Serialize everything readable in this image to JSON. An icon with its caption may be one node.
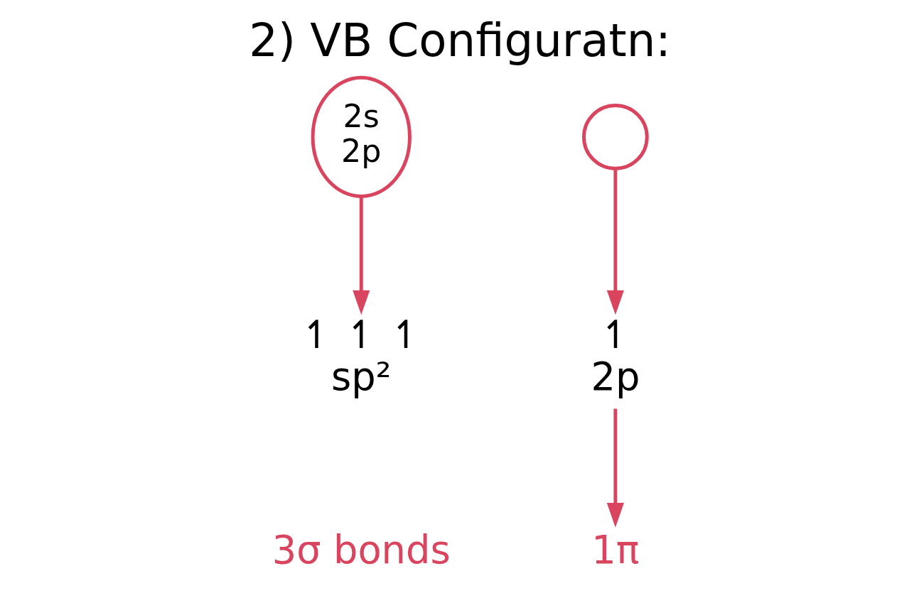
{
  "diagram": {
    "title": "2) VB Configuratn:",
    "nodes": [
      {
        "text": [
          "2s",
          "2p"
        ]
      },
      {
        "text": [],
        "shape": "circle"
      },
      {
        "text": [
          "↿ ↿ ↿",
          "sp²"
        ],
        "beside": [
          "3σ bonds"
        ]
      },
      {
        "text": [
          "↿",
          "2p"
        ]
      },
      {
        "text": [
          "1π"
        ]
      }
    ],
    "edges": [
      {
        "from": 0,
        "to": 2,
        "arrow": "to"
      },
      {
        "from": 1,
        "to": 3,
        "arrow": "to"
      },
      {
        "from": 3,
        "to": 4,
        "arrow": "to"
      }
    ]
  }
}
